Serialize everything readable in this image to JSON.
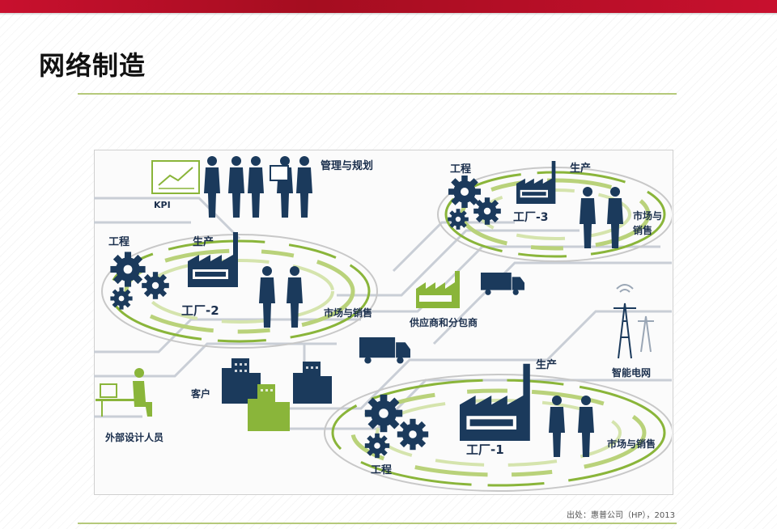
{
  "header": {
    "title": "网络制造"
  },
  "diagram": {
    "management": {
      "kpi_label": "KPI",
      "label": "管理与规划"
    },
    "factory3": {
      "engineering": "工程",
      "production": "生产",
      "name": "工厂-3",
      "marketing_line1": "市场与",
      "marketing_line2": "销售"
    },
    "factory2": {
      "engineering": "工程",
      "production": "生产",
      "name": "工厂-2",
      "marketing": "市场与销售"
    },
    "factory1": {
      "engineering": "工程",
      "production": "生产",
      "name": "工厂-1",
      "marketing": "市场与销售"
    },
    "supplier": {
      "label": "供应商和分包商"
    },
    "smart_grid": {
      "label": "智能电网"
    },
    "customer": {
      "label": "客户"
    },
    "designer": {
      "label": "外部设计人员"
    }
  },
  "footer": {
    "source": "出处：惠普公司（HP），2013"
  },
  "colors": {
    "navy": "#1b3a5c",
    "green": "#8ab53a",
    "accent_red": "#c8102e",
    "rule": "#b5c97a"
  }
}
